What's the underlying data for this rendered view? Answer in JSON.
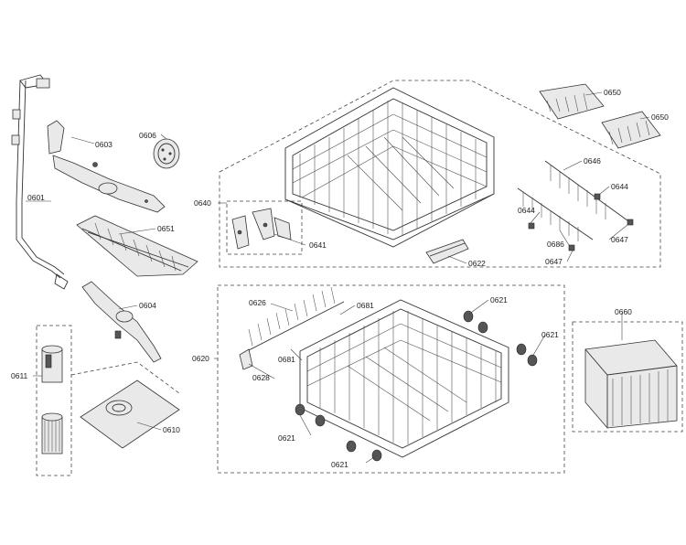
{
  "diagram": {
    "labels": {
      "p0601": "0601",
      "p0603": "0603",
      "p0604": "0604",
      "p0606": "0606",
      "p0610": "0610",
      "p0611": "0611",
      "p0620": "0620",
      "p0621_a": "0621",
      "p0621_b": "0621",
      "p0621_c": "0621",
      "p0621_d": "0621",
      "p0622": "0622",
      "p0626": "0626",
      "p0628": "0628",
      "p0640": "0640",
      "p0641": "0641",
      "p0644_a": "0644",
      "p0644_b": "0644",
      "p0646": "0646",
      "p0647_a": "0647",
      "p0647_b": "0647",
      "p0650_a": "0650",
      "p0650_b": "0650",
      "p0651": "0651",
      "p0660": "0660",
      "p0681_a": "0681",
      "p0681_b": "0681",
      "p0686": "0686"
    }
  }
}
